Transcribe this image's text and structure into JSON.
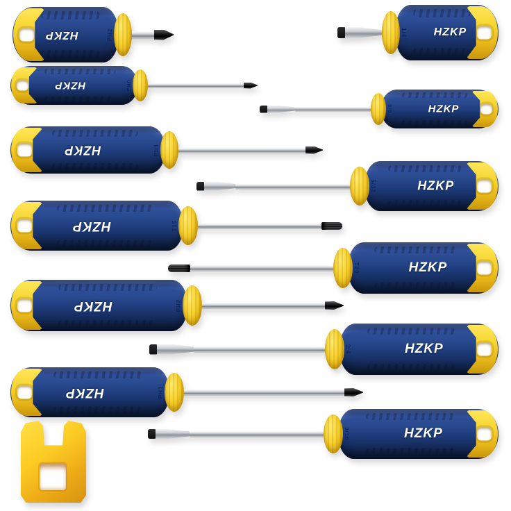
{
  "product": {
    "brand": "HZKP",
    "set_description": "12-piece blue and yellow magnetic screwdriver set with magnetizer block"
  },
  "items": [
    {
      "size": "PH2",
      "tip": "phillips-tip",
      "style": "stubby",
      "orientation": "left"
    },
    {
      "size": "1/4",
      "tip": "slotted-tip",
      "style": "stubby",
      "orientation": "right"
    },
    {
      "size": "PH0",
      "tip": "phillips-tip",
      "style": "long",
      "orientation": "left"
    },
    {
      "size": "1/8",
      "tip": "slotted-tip",
      "style": "long",
      "orientation": "right"
    },
    {
      "size": "PH1",
      "tip": "phillips-tip",
      "style": "long",
      "orientation": "left"
    },
    {
      "size": "5/32",
      "tip": "slotted-tip",
      "style": "long",
      "orientation": "right"
    },
    {
      "size": "T15",
      "tip": "torx-tip",
      "style": "long",
      "orientation": "left"
    },
    {
      "size": "T20",
      "tip": "torx-tip",
      "style": "long",
      "orientation": "right"
    },
    {
      "size": "PH2",
      "tip": "phillips-tip",
      "style": "long",
      "orientation": "left"
    },
    {
      "size": "1/4",
      "tip": "slotted-tip",
      "style": "long",
      "orientation": "right"
    },
    {
      "size": "PH1",
      "tip": "phillips-tip",
      "style": "long",
      "orientation": "left"
    },
    {
      "size": "3/16",
      "tip": "slotted-tip",
      "style": "long",
      "orientation": "right"
    }
  ],
  "accessory": {
    "name": "magnetizer-demagnetizer-block"
  },
  "colors": {
    "handle_blue": "#1e3a78",
    "accent_yellow": "#f2cd28",
    "shaft_silver": "#c7cbd0",
    "tip_black": "#18181a",
    "brand_text": "#ffffff",
    "size_text": "#14295e",
    "background": "#ffffff"
  }
}
